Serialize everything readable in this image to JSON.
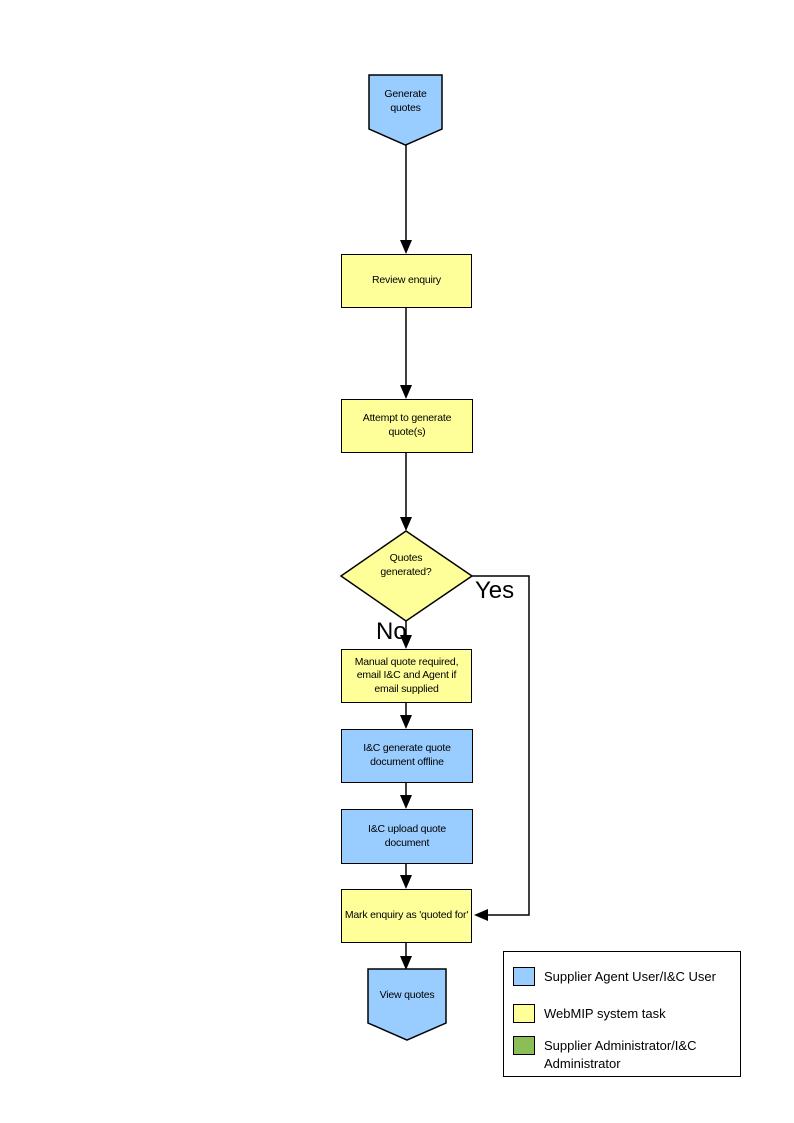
{
  "palette": {
    "node_blue": "#99CCFF",
    "node_yellow": "#FFFF99",
    "legend_green": "#8CBE57",
    "line_color": "#000000",
    "background": "#FFFFFF"
  },
  "flowchart": {
    "nodes": {
      "start": {
        "shape": "pentagon-down",
        "fill": "#99CCFF",
        "label": "Generate quotes"
      },
      "review": {
        "shape": "rect",
        "fill": "#FFFF99",
        "label": "Review enquiry"
      },
      "attempt": {
        "shape": "rect",
        "fill": "#FFFF99",
        "label": "Attempt to generate quote(s)"
      },
      "decision": {
        "shape": "diamond",
        "fill": "#FFFF99",
        "label": "Quotes generated?"
      },
      "manual": {
        "shape": "rect",
        "fill": "#FFFF99",
        "label": "Manual quote required, email I&C and Agent if email supplied"
      },
      "generate_offline": {
        "shape": "rect",
        "fill": "#99CCFF",
        "label": "I&C generate quote document offline"
      },
      "upload": {
        "shape": "rect",
        "fill": "#99CCFF",
        "label": "I&C upload quote document"
      },
      "mark": {
        "shape": "rect",
        "fill": "#FFFF99",
        "label": "Mark enquiry as 'quoted for'"
      },
      "end": {
        "shape": "pentagon-down",
        "fill": "#99CCFF",
        "label": "View quotes"
      }
    },
    "edges": {
      "yes_label": "Yes",
      "no_label": "No"
    }
  },
  "legend": {
    "items": [
      {
        "swatch_color": "#99CCFF",
        "label": "Supplier Agent User/I&C User"
      },
      {
        "swatch_color": "#FFFF99",
        "label": "WebMIP system task"
      },
      {
        "swatch_color": "#8CBE57",
        "label": "Supplier Administrator/I&C Administrator"
      }
    ]
  }
}
